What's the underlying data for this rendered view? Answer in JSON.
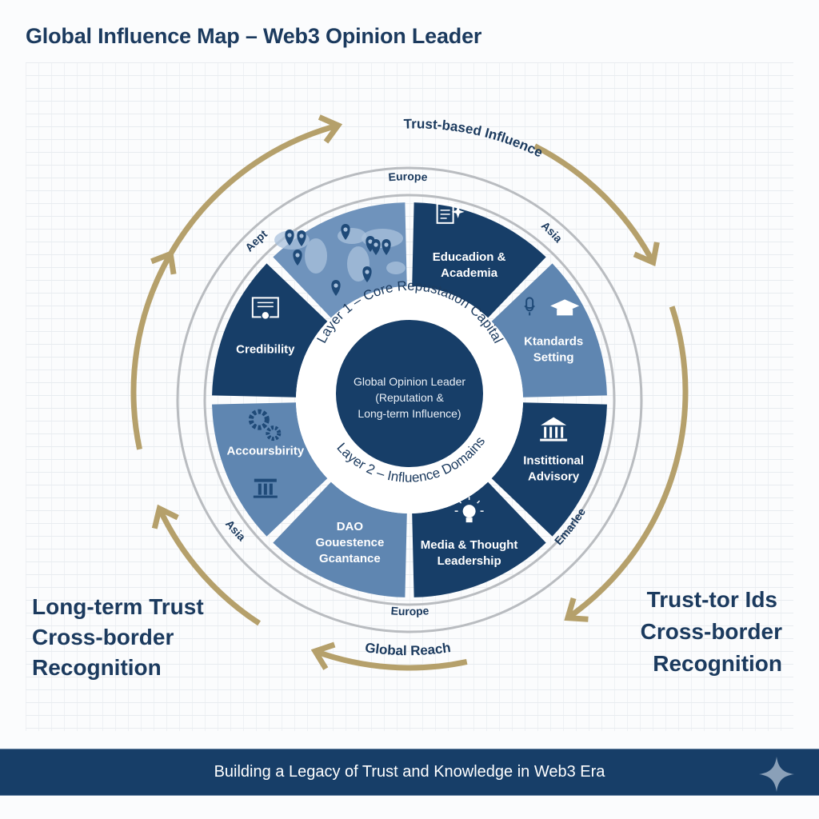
{
  "title": "Global Influence Map – Web3 Opinion Leader",
  "colors": {
    "navy": "#173e68",
    "light_blue": "#5f86b1",
    "gold": "#b5a06b",
    "ring_grey": "#b9bcc0",
    "text_navy": "#1b3a5e"
  },
  "center": {
    "line1": "Global Opinion Leader",
    "line2": "(Reputation &",
    "line3": "Long-term Influence)"
  },
  "layers": {
    "layer1": "Layer 1 – Core Repustation Capital",
    "layer2": "Layer 2 – Influence Domains"
  },
  "sectors": [
    {
      "name": "education",
      "lines": [
        "Educadion &",
        "Academia"
      ],
      "icon": "scroll-icon",
      "tone": "dark"
    },
    {
      "name": "standards",
      "lines": [
        "Ktandards",
        "Setting"
      ],
      "icon": "mortarboard-icon",
      "tone": "light"
    },
    {
      "name": "institutional",
      "lines": [
        "Instittional",
        "Advisory"
      ],
      "icon": "institution-icon",
      "tone": "dark"
    },
    {
      "name": "media",
      "lines": [
        "Media & Thought",
        "Leadership"
      ],
      "icon": "lightbulb-icon",
      "tone": "dark"
    },
    {
      "name": "dao",
      "lines": [
        "DAO",
        "Gouestence",
        "Gcantance"
      ],
      "icon": "none",
      "tone": "light"
    },
    {
      "name": "accountability",
      "lines": [
        "Accoursbirity"
      ],
      "icon": "gears-icon",
      "tone": "light"
    },
    {
      "name": "credibility",
      "lines": [
        "Credibility"
      ],
      "icon": "certificate-icon",
      "tone": "dark"
    },
    {
      "name": "world-map",
      "lines": [],
      "icon": "world-map-icon",
      "tone": "map"
    }
  ],
  "region_labels": {
    "top": "Europe",
    "top_right": "Asia",
    "top_left": "Aept",
    "bottom_left": "Asia",
    "bottom_right": "Emarlee",
    "bottom": "Europe"
  },
  "arrows": {
    "top_label": "Trust-based Influence",
    "bottom_label": "Global Reach"
  },
  "side_left": [
    "Long-term Trust",
    "Cross-border",
    "Recognition"
  ],
  "side_right": [
    "Trust-tor Ids",
    "Cross-border",
    "Recognition"
  ],
  "footer": {
    "text": "Building a Legacy of Trust and Knowledge in Web3 Era",
    "icon": "sparkle-icon"
  }
}
